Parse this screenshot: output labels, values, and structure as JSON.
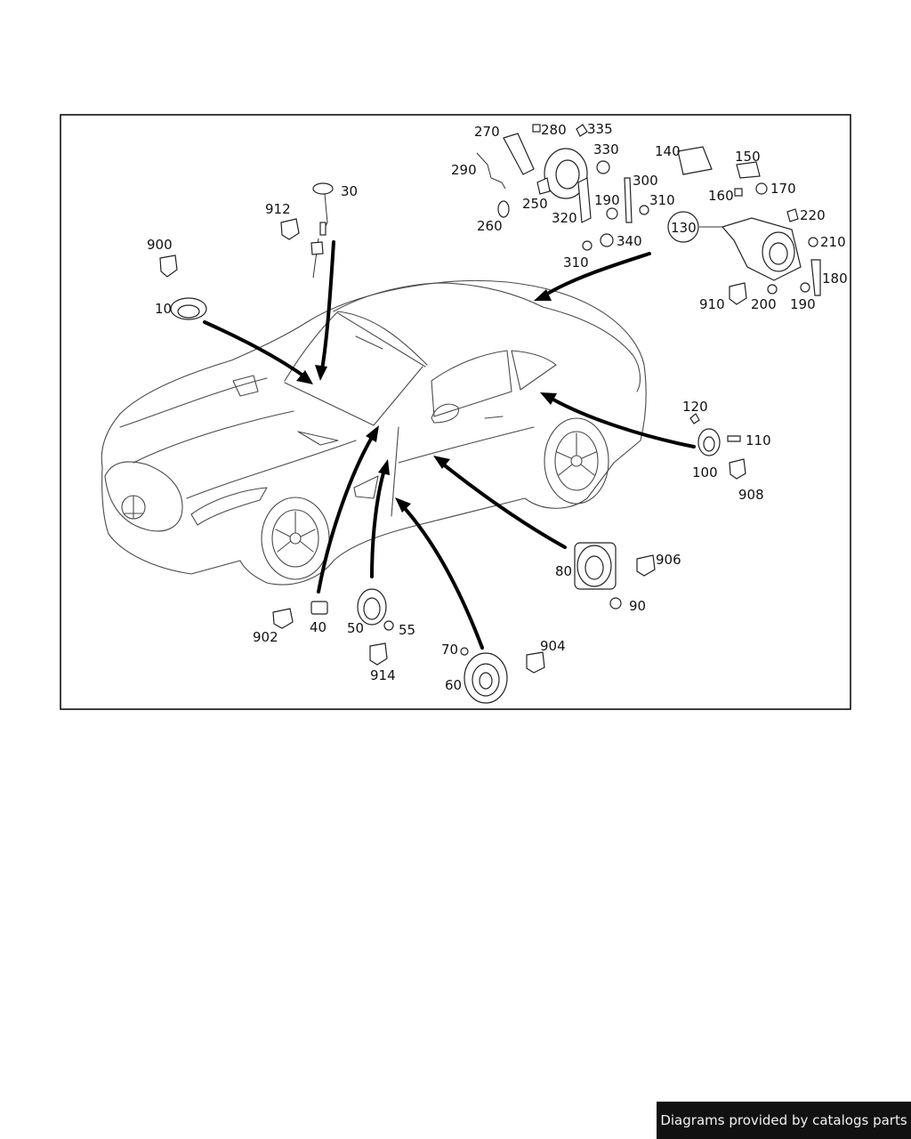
{
  "parts": [
    {
      "id": "p10",
      "label": "10"
    },
    {
      "id": "p30",
      "label": "30"
    },
    {
      "id": "p40",
      "label": "40"
    },
    {
      "id": "p50",
      "label": "50"
    },
    {
      "id": "p55",
      "label": "55"
    },
    {
      "id": "p60",
      "label": "60"
    },
    {
      "id": "p70",
      "label": "70"
    },
    {
      "id": "p80",
      "label": "80"
    },
    {
      "id": "p90",
      "label": "90"
    },
    {
      "id": "p100",
      "label": "100"
    },
    {
      "id": "p110",
      "label": "110"
    },
    {
      "id": "p120",
      "label": "120"
    },
    {
      "id": "p130",
      "label": "130"
    },
    {
      "id": "p140",
      "label": "140"
    },
    {
      "id": "p150",
      "label": "150"
    },
    {
      "id": "p160",
      "label": "160"
    },
    {
      "id": "p170",
      "label": "170"
    },
    {
      "id": "p180",
      "label": "180"
    },
    {
      "id": "p190a",
      "label": "190"
    },
    {
      "id": "p190b",
      "label": "190"
    },
    {
      "id": "p200",
      "label": "200"
    },
    {
      "id": "p210",
      "label": "210"
    },
    {
      "id": "p220",
      "label": "220"
    },
    {
      "id": "p250",
      "label": "250"
    },
    {
      "id": "p260",
      "label": "260"
    },
    {
      "id": "p270",
      "label": "270"
    },
    {
      "id": "p280",
      "label": "280"
    },
    {
      "id": "p290",
      "label": "290"
    },
    {
      "id": "p300",
      "label": "300"
    },
    {
      "id": "p310a",
      "label": "310"
    },
    {
      "id": "p310b",
      "label": "310"
    },
    {
      "id": "p320",
      "label": "320"
    },
    {
      "id": "p330",
      "label": "330"
    },
    {
      "id": "p335",
      "label": "335"
    },
    {
      "id": "p340",
      "label": "340"
    },
    {
      "id": "p900",
      "label": "900"
    },
    {
      "id": "p902",
      "label": "902"
    },
    {
      "id": "p904",
      "label": "904"
    },
    {
      "id": "p906",
      "label": "906"
    },
    {
      "id": "p908",
      "label": "908"
    },
    {
      "id": "p910",
      "label": "910"
    },
    {
      "id": "p912",
      "label": "912"
    },
    {
      "id": "p914",
      "label": "914"
    }
  ],
  "footer": {
    "text": "Diagrams provided by catalogs parts"
  },
  "colors": {
    "line": "#000000",
    "background": "#ffffff",
    "footer_bg": "#111111"
  }
}
